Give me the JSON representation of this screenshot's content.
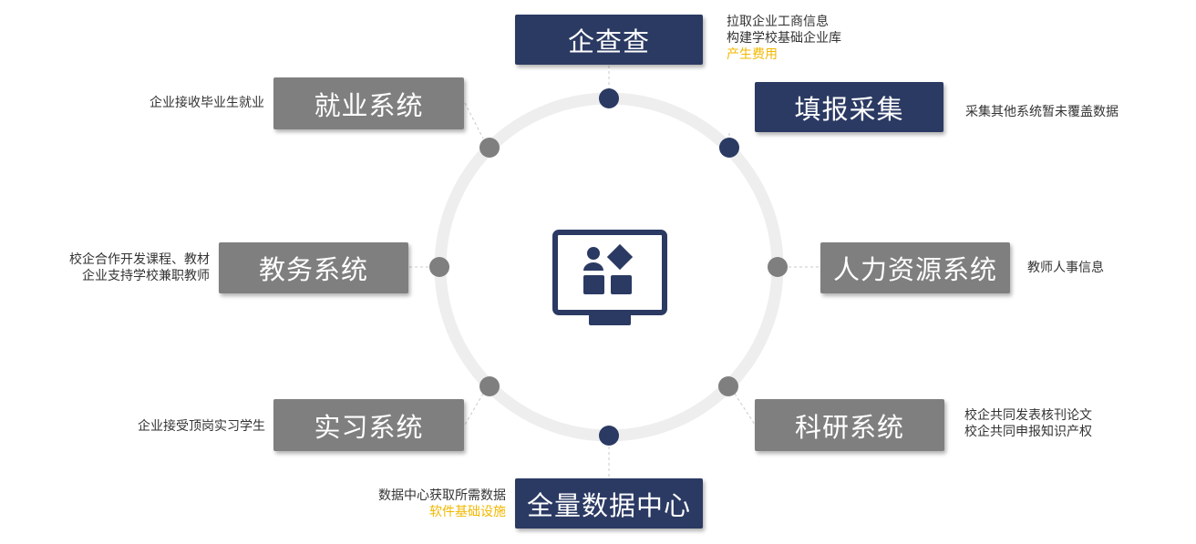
{
  "colors": {
    "navy": "#2b3a63",
    "grey": "#7f7f7f",
    "ring": "#eeeeee",
    "highlight": "#f2b800",
    "text": "#333333"
  },
  "center": {
    "icon": "monitor-blocks-icon"
  },
  "nodes": {
    "qichacha": {
      "label": "企查查",
      "notes": [
        "拉取企业工商信息",
        "构建学校基础企业库"
      ],
      "highlight": "产生费用"
    },
    "tianbao": {
      "label": "填报采集",
      "notes": [
        "采集其他系统暂未覆盖数据"
      ]
    },
    "renli": {
      "label": "人力资源系统",
      "notes": [
        "教师人事信息"
      ]
    },
    "keyan": {
      "label": "科研系统",
      "notes": [
        "校企共同发表核刊论文",
        "校企共同申报知识产权"
      ]
    },
    "shuju": {
      "label": "全量数据中心",
      "notes": [
        "数据中心获取所需数据"
      ],
      "highlight": "软件基础设施"
    },
    "shixi": {
      "label": "实习系统",
      "notes": [
        "企业接受顶岗实习学生"
      ]
    },
    "jiaowu": {
      "label": "教务系统",
      "notes": [
        "校企合作开发课程、教材",
        "企业支持学校兼职教师"
      ]
    },
    "jiuye": {
      "label": "就业系统",
      "notes": [
        "企业接收毕业生就业"
      ]
    }
  }
}
